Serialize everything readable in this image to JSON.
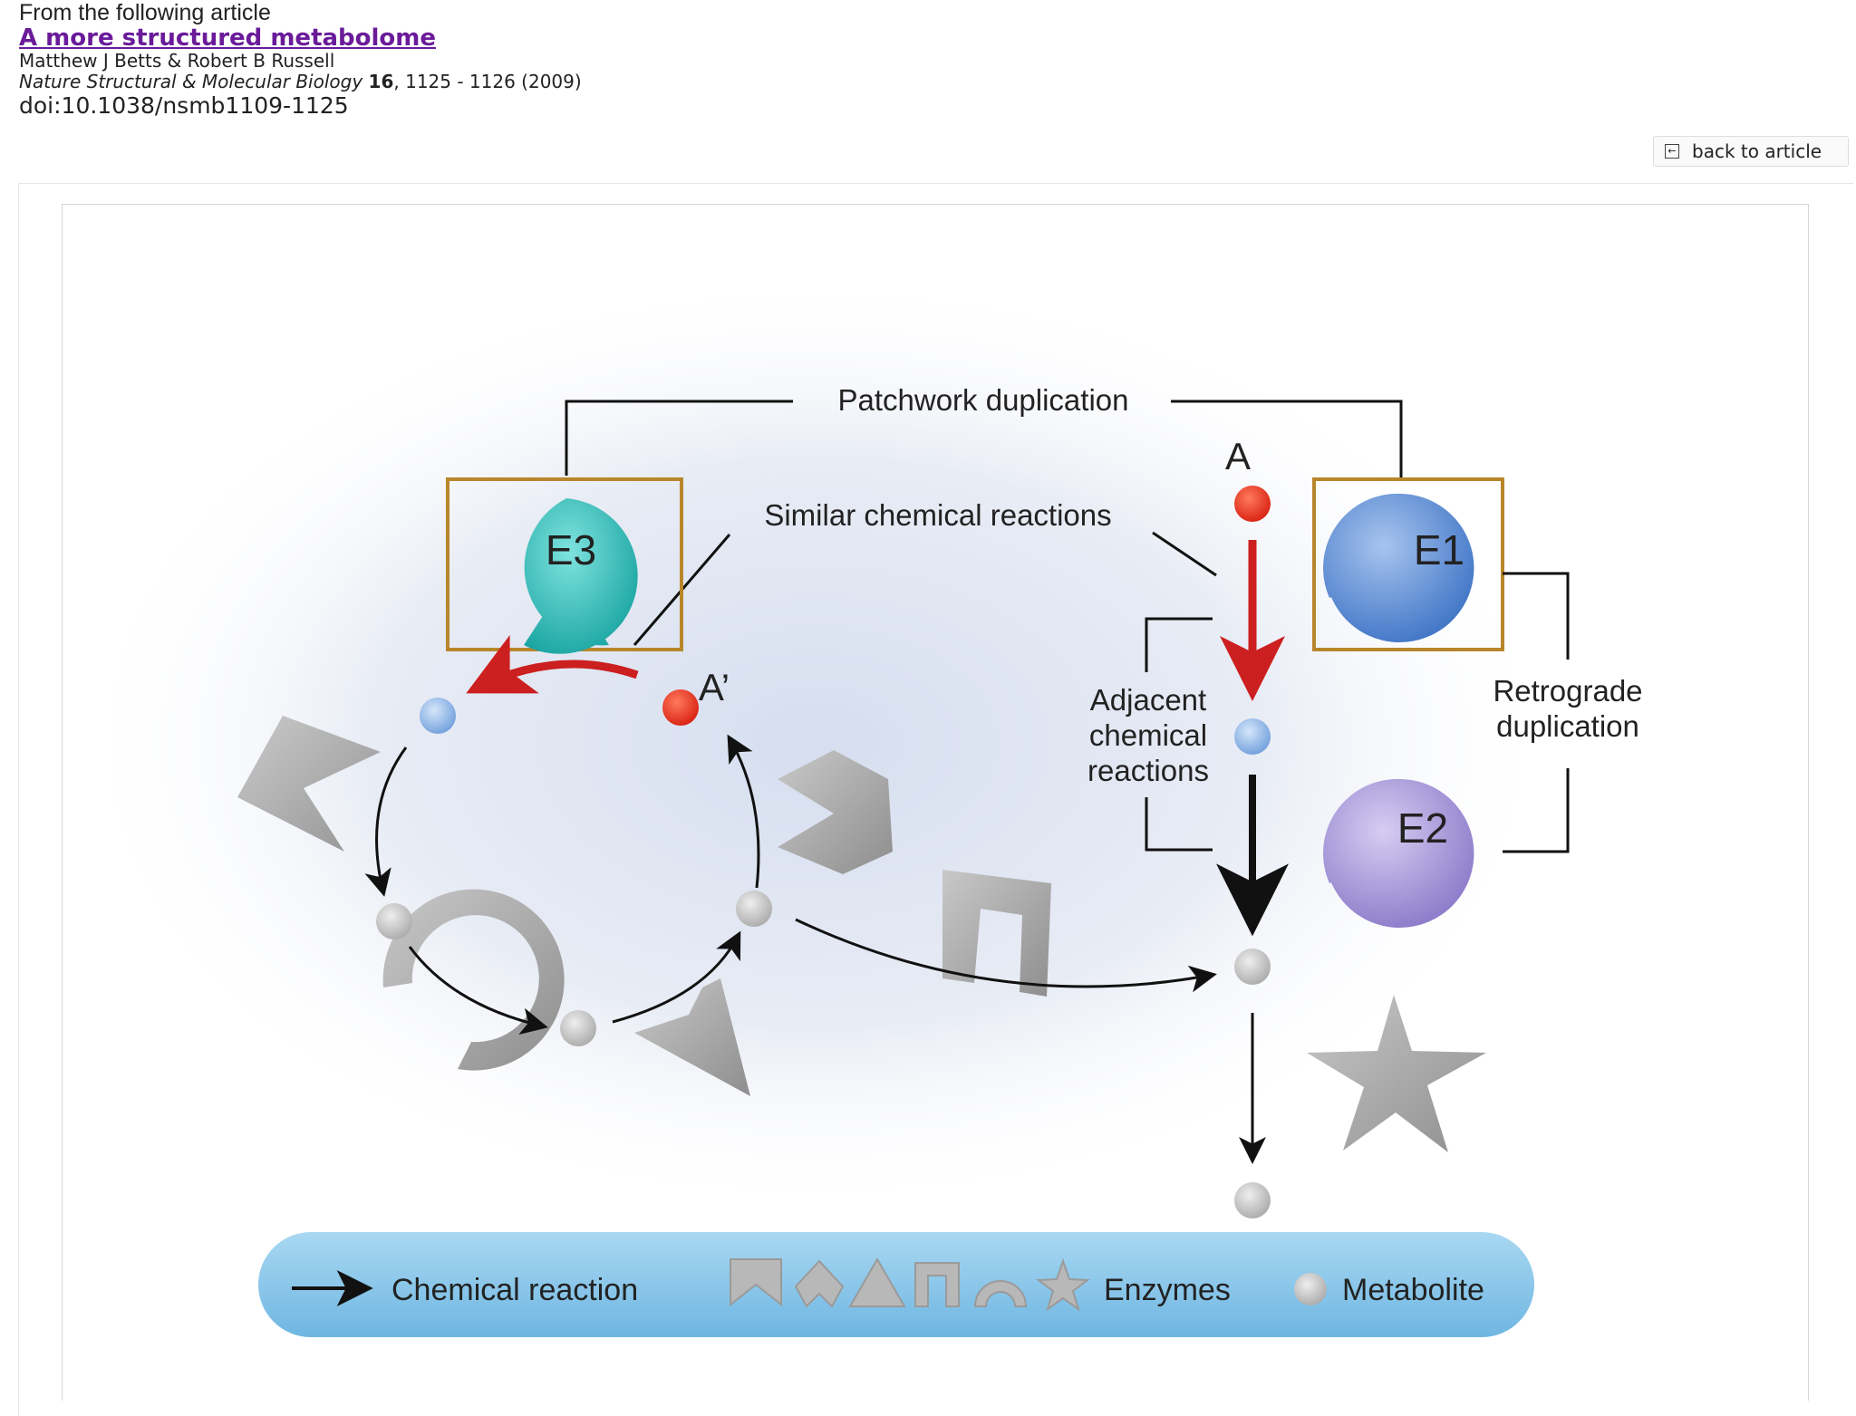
{
  "header": {
    "intro": "From the following article",
    "title": "A more structured metabolome",
    "authors": "Matthew J Betts & Robert B Russell",
    "journal": "Nature Structural & Molecular Biology",
    "volume": "16",
    "pages": ", 1125 - 1126 (2009)",
    "doi": "doi:10.1038/nsmb1109-1125"
  },
  "back_button": {
    "label": "back to article"
  },
  "diagram": {
    "labels": {
      "patchwork": "Patchwork duplication",
      "similar": "Similar chemical reactions",
      "adjacent_1": "Adjacent",
      "adjacent_2": "chemical",
      "adjacent_3": "reactions",
      "retro_1": "Retrograde",
      "retro_2": "duplication",
      "metabolite_a": "A",
      "metabolite_a_prime": "A’",
      "e1": "E1",
      "e2": "E2",
      "e3": "E3"
    },
    "legend": {
      "reaction": "Chemical reaction",
      "enzymes": "Enzymes",
      "metabolite": "Metabolite"
    },
    "colors": {
      "e3": "#2bbcb8",
      "e1": "#5b8fd6",
      "e2": "#a89ad8",
      "highlight_box": "#b8862b",
      "reaction_red": "#cc1f1f",
      "metabolite_red": "#e33a22",
      "metabolite_blue": "#8fb6e6",
      "legend_bar": "#8fc8ea"
    }
  }
}
